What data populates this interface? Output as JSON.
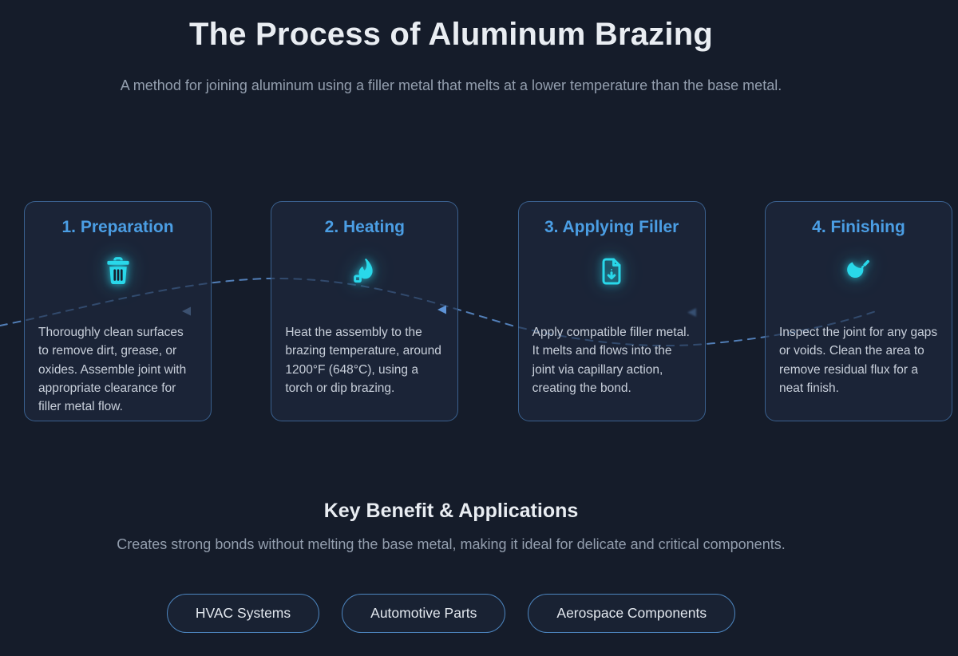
{
  "page": {
    "title": "The Process of Aluminum Brazing",
    "subtitle": "A method for joining aluminum using a filler metal that melts at a lower temperature than the base metal."
  },
  "steps": [
    {
      "title": "1. Preparation",
      "icon": "trash-icon",
      "description": "Thoroughly clean surfaces to remove dirt, grease, or oxides. Assemble joint with appropriate clearance for filler metal flow."
    },
    {
      "title": "2. Heating",
      "icon": "flame-icon",
      "description": "Heat the assembly to the brazing temperature, around 1200°F (648°C), using a torch or dip brazing."
    },
    {
      "title": "3. Applying Filler",
      "icon": "file-down-icon",
      "description": "Apply compatible filler metal. It melts and flows into the joint via capillary action, creating the bond."
    },
    {
      "title": "4. Finishing",
      "icon": "broom-icon",
      "description": "Inspect the joint for any gaps or voids. Clean the area to remove residual flux for a neat finish."
    }
  ],
  "benefit": {
    "heading": "Key Benefit & Applications",
    "text": "Creates strong bonds without melting the base metal, making it ideal for delicate and critical components."
  },
  "applications": [
    "HVAC Systems",
    "Automotive Parts",
    "Aerospace Components"
  ],
  "colors": {
    "background": "#151c2a",
    "card_background": "#1b2536",
    "card_border": "#3d6da6",
    "step_title_blue": "#4b9ee4",
    "icon_cyan": "#29d8ea",
    "connector_blue": "#4d84c4",
    "heading_white": "#e9edf2",
    "muted_gray": "#939eae",
    "body_text": "#c8cfda",
    "pill_border": "#4d86c0"
  }
}
